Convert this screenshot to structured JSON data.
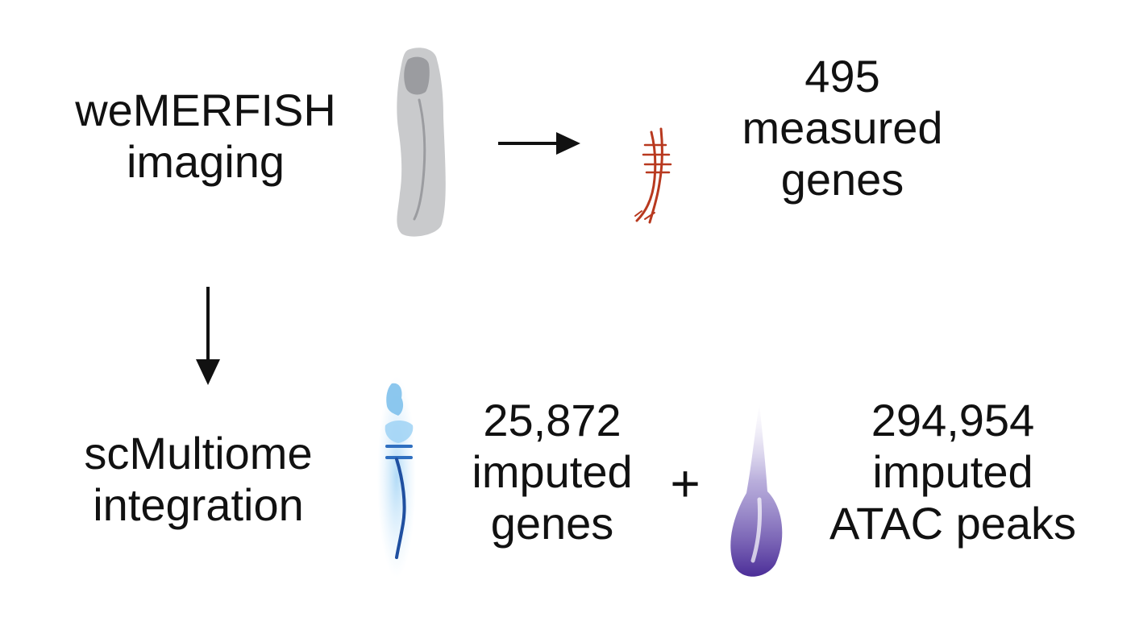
{
  "diagram": {
    "source": {
      "line1": "weMERFISH",
      "line2": "imaging"
    },
    "measured": {
      "count": "495",
      "line2": "measured",
      "line3": "genes"
    },
    "integration": {
      "line1": "scMultiome",
      "line2": "integration"
    },
    "imputed_genes": {
      "count": "25,872",
      "line2": "imputed",
      "line3": "genes"
    },
    "plus": "+",
    "imputed_peaks": {
      "count": "294,954",
      "line2": "imputed",
      "line3": "ATAC peaks"
    }
  },
  "colors": {
    "planarian_gray": "#c9cacc",
    "planarian_head": "#9b9ca0",
    "measured_red": "#b8391f",
    "imputed_blue": "#2f6fc0",
    "atac_purple": "#4b2d98",
    "arrow": "#111111"
  }
}
